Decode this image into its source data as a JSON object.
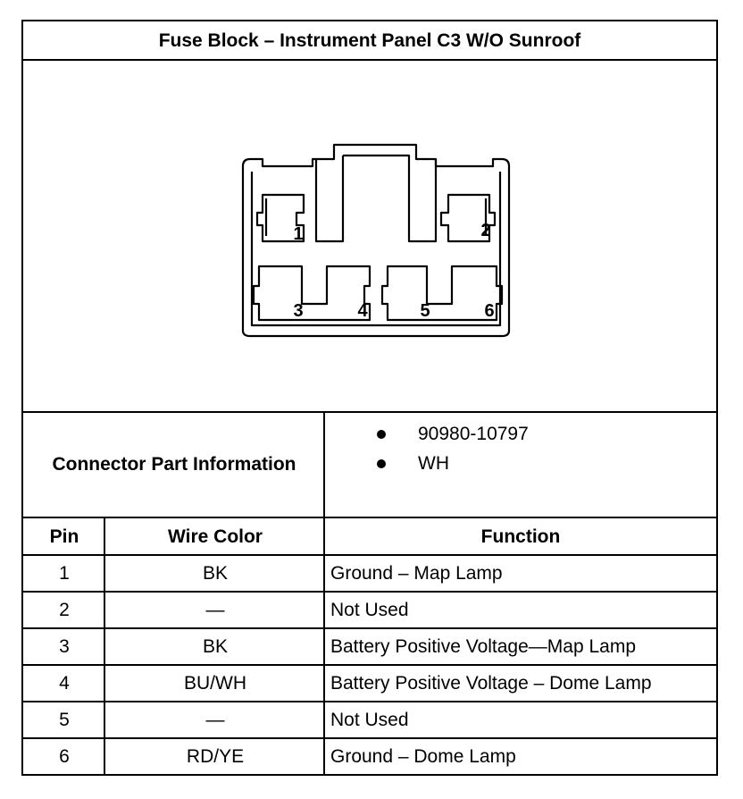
{
  "title": "Fuse Block – Instrument Panel C3 W/O Sunroof",
  "connector": {
    "pin_labels": [
      "1",
      "2",
      "3",
      "4",
      "5",
      "6"
    ]
  },
  "part_info": {
    "label": "Connector Part Information",
    "items": [
      "90980-10797",
      "WH"
    ]
  },
  "table": {
    "headers": {
      "pin": "Pin",
      "wire_color": "Wire Color",
      "function": "Function"
    },
    "rows": [
      {
        "pin": "1",
        "wire_color": "BK",
        "function": "Ground – Map Lamp"
      },
      {
        "pin": "2",
        "wire_color": "—",
        "function": "Not Used"
      },
      {
        "pin": "3",
        "wire_color": "BK",
        "function": "Battery Positive Voltage—Map Lamp"
      },
      {
        "pin": "4",
        "wire_color": "BU/WH",
        "function": "Battery Positive Voltage – Dome Lamp"
      },
      {
        "pin": "5",
        "wire_color": "—",
        "function": "Not Used"
      },
      {
        "pin": "6",
        "wire_color": "RD/YE",
        "function": "Ground – Dome Lamp"
      }
    ]
  }
}
